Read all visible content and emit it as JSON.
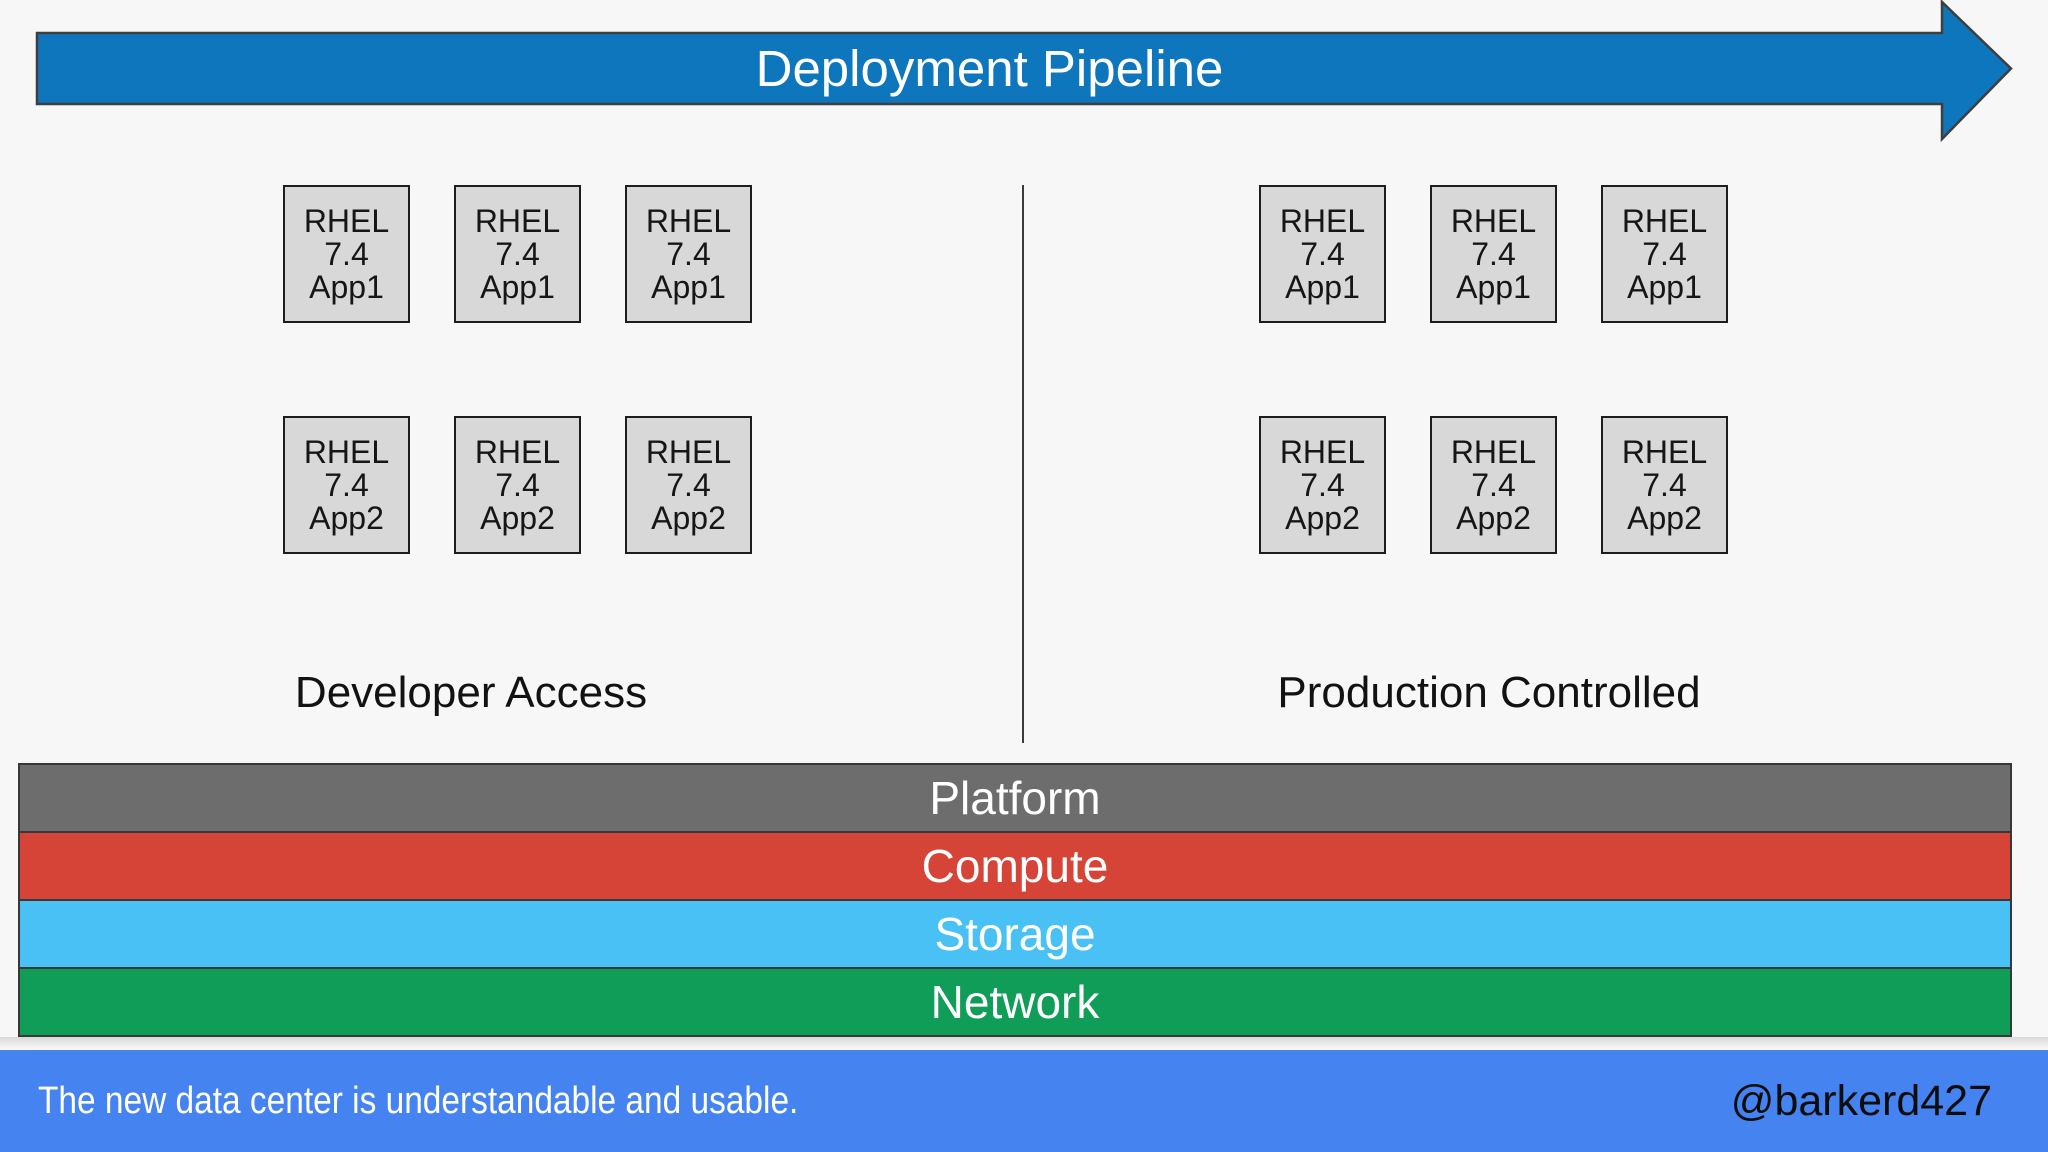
{
  "pipeline": {
    "title": "Deployment Pipeline",
    "arrow_color": "#0e76bd",
    "arrow_outline": "#3e3e3e"
  },
  "environments": [
    {
      "name": "developer",
      "label": "Developer Access",
      "vms": [
        {
          "lines": [
            "RHEL",
            "7.4",
            "App1"
          ]
        },
        {
          "lines": [
            "RHEL",
            "7.4",
            "App1"
          ]
        },
        {
          "lines": [
            "RHEL",
            "7.4",
            "App1"
          ]
        },
        {
          "lines": [
            "RHEL",
            "7.4",
            "App2"
          ]
        },
        {
          "lines": [
            "RHEL",
            "7.4",
            "App2"
          ]
        },
        {
          "lines": [
            "RHEL",
            "7.4",
            "App2"
          ]
        }
      ]
    },
    {
      "name": "production",
      "label": "Production Controlled",
      "vms": [
        {
          "lines": [
            "RHEL",
            "7.4",
            "App1"
          ]
        },
        {
          "lines": [
            "RHEL",
            "7.4",
            "App1"
          ]
        },
        {
          "lines": [
            "RHEL",
            "7.4",
            "App1"
          ]
        },
        {
          "lines": [
            "RHEL",
            "7.4",
            "App2"
          ]
        },
        {
          "lines": [
            "RHEL",
            "7.4",
            "App2"
          ]
        },
        {
          "lines": [
            "RHEL",
            "7.4",
            "App2"
          ]
        }
      ]
    }
  ],
  "layers": [
    {
      "label": "Platform",
      "color": "#6d6d6d"
    },
    {
      "label": "Compute",
      "color": "#d64437"
    },
    {
      "label": "Storage",
      "color": "#4ac1f5"
    },
    {
      "label": "Network",
      "color": "#0f9d58"
    }
  ],
  "footer": {
    "caption": "The new data center is understandable and usable.",
    "handle": "@barkerd427",
    "background": "#4583f1"
  }
}
